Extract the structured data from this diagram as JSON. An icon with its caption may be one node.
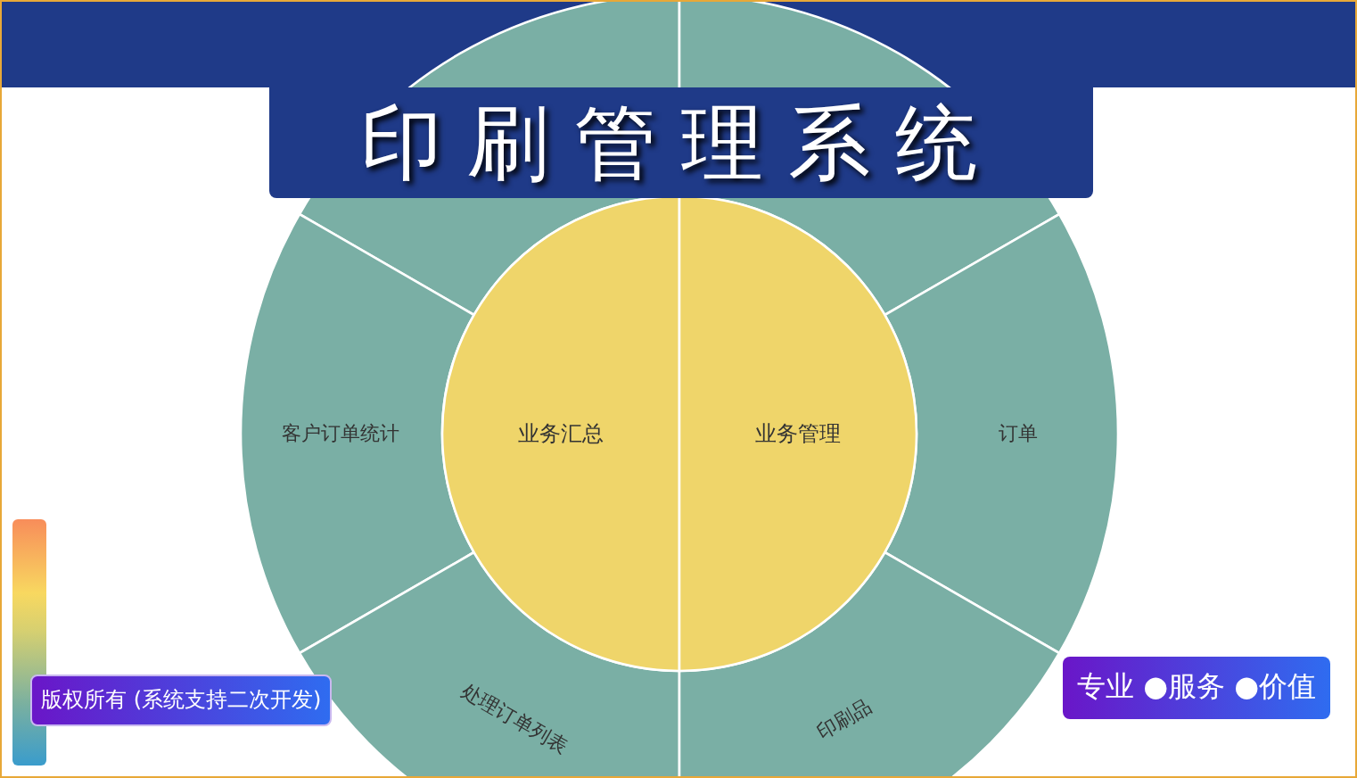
{
  "diagram": {
    "title": "印刷管理系统",
    "nodes": [
      {
        "text": [
          "业务汇总"
        ]
      },
      {
        "text": [
          "业务管理"
        ]
      },
      {
        "text": [],
        "shape": "wedge"
      },
      {
        "text": [
          "客户订单统计"
        ]
      },
      {
        "text": [
          "处理订单列表"
        ]
      },
      {
        "text": [],
        "shape": "wedge"
      },
      {
        "text": [
          "订单"
        ]
      },
      {
        "text": [
          "印刷品"
        ]
      },
      {
        "text": [],
        "shape": "bar"
      }
    ],
    "labels": [
      "版权所有 (系统支持二次开发)",
      "专业 ●服务 ●价值"
    ]
  }
}
